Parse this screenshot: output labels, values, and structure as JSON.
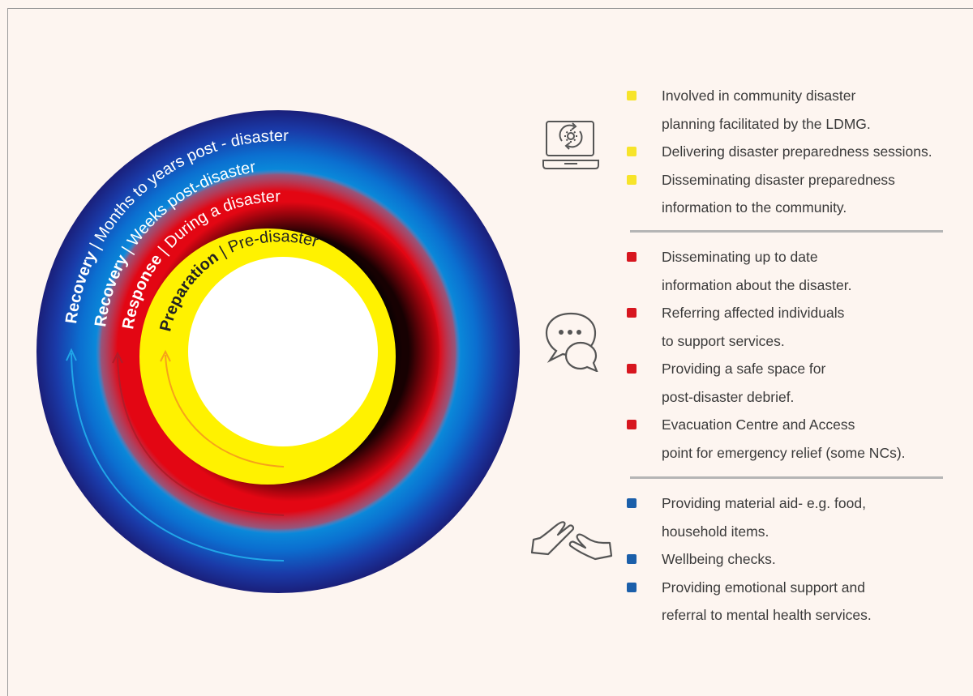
{
  "rings": [
    {
      "title": "Recovery",
      "subtitle": "Months to years post - disaster",
      "color": "#1a2b8c"
    },
    {
      "title": "Recovery",
      "subtitle": "Weeks post-disaster",
      "color": "#00a3e6"
    },
    {
      "title": "Response",
      "subtitle": "During a disaster",
      "color": "#e3101b"
    },
    {
      "title": "Preparation",
      "subtitle": "Pre-disaster",
      "color": "#fff200"
    }
  ],
  "separator": " | ",
  "sections": [
    {
      "icon": "laptop-gear-icon",
      "bullet_color": "#f7e42a",
      "items": [
        [
          "Involved in community disaster",
          "planning facilitated by the LDMG."
        ],
        [
          "Delivering disaster preparedness sessions."
        ],
        [
          "Disseminating disaster preparedness",
          "information to the community."
        ]
      ]
    },
    {
      "icon": "speech-bubbles-icon",
      "bullet_color": "#d7161f",
      "items": [
        [
          "Disseminating up to date",
          "information about the disaster."
        ],
        [
          "Referring affected individuals",
          "to support services."
        ],
        [
          "Providing a safe space for",
          "post-disaster debrief."
        ],
        [
          "Evacuation Centre and Access",
          "point for emergency relief (some NCs)."
        ]
      ]
    },
    {
      "icon": "helping-hands-icon",
      "bullet_color": "#1b5faa",
      "items": [
        [
          "Providing material aid- e.g. food,",
          "household items."
        ],
        [
          "Wellbeing checks."
        ],
        [
          "Providing emotional support and",
          "referral to mental health services."
        ]
      ]
    }
  ]
}
